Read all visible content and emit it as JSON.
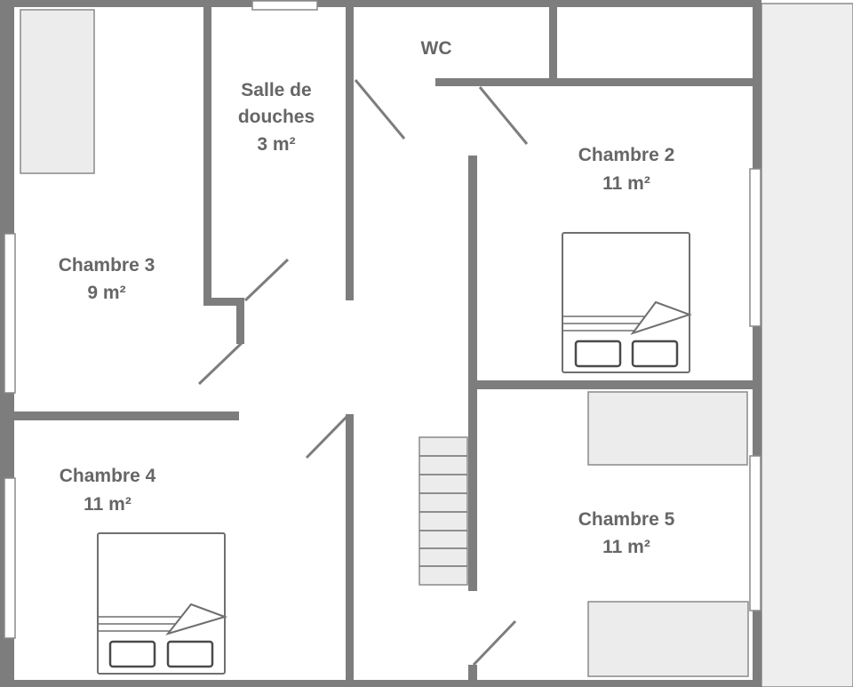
{
  "rooms": {
    "wc": {
      "name": "WC"
    },
    "salle_de_douches": {
      "name_line1": "Salle de",
      "name_line2": "douches",
      "area": "3 m²"
    },
    "chambre_2": {
      "name": "Chambre 2",
      "area": "11 m²"
    },
    "chambre_3": {
      "name": "Chambre 3",
      "area": "9 m²"
    },
    "chambre_4": {
      "name": "Chambre 4",
      "area": "11 m²"
    },
    "chambre_5": {
      "name": "Chambre 5",
      "area": "11 m²"
    }
  },
  "colors": {
    "wall": "#7d7d7d",
    "label": "#666666",
    "furniture_fill": "#ececec",
    "background": "#ffffff"
  }
}
